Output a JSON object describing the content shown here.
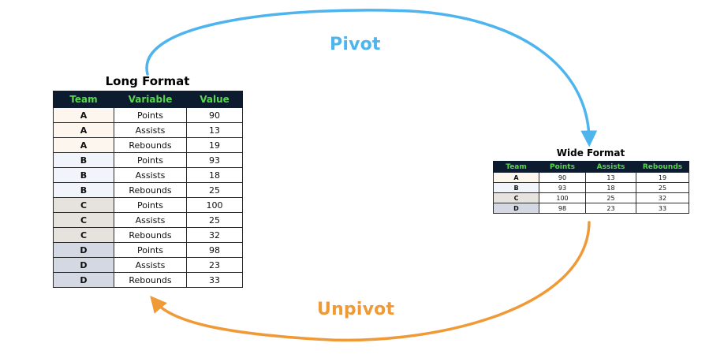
{
  "pivot_label": "Pivot",
  "unpivot_label": "Unpivot",
  "colors": {
    "pivot_arrow": "#4db4ee",
    "unpivot_arrow": "#ef9a37",
    "header_bg": "#0d1b2e",
    "header_text": "#56d84c"
  },
  "long_table": {
    "title": "Long Format",
    "headers": [
      "Team",
      "Variable",
      "Value"
    ],
    "rows": [
      [
        "A",
        "Points",
        "90"
      ],
      [
        "A",
        "Assists",
        "13"
      ],
      [
        "A",
        "Rebounds",
        "19"
      ],
      [
        "B",
        "Points",
        "93"
      ],
      [
        "B",
        "Assists",
        "18"
      ],
      [
        "B",
        "Rebounds",
        "25"
      ],
      [
        "C",
        "Points",
        "100"
      ],
      [
        "C",
        "Assists",
        "25"
      ],
      [
        "C",
        "Rebounds",
        "32"
      ],
      [
        "D",
        "Points",
        "98"
      ],
      [
        "D",
        "Assists",
        "23"
      ],
      [
        "D",
        "Rebounds",
        "33"
      ]
    ]
  },
  "wide_table": {
    "title": "Wide Format",
    "headers": [
      "Team",
      "Points",
      "Assists",
      "Rebounds"
    ],
    "rows": [
      [
        "A",
        "90",
        "13",
        "19"
      ],
      [
        "B",
        "93",
        "18",
        "25"
      ],
      [
        "C",
        "100",
        "25",
        "32"
      ],
      [
        "D",
        "98",
        "23",
        "33"
      ]
    ]
  }
}
